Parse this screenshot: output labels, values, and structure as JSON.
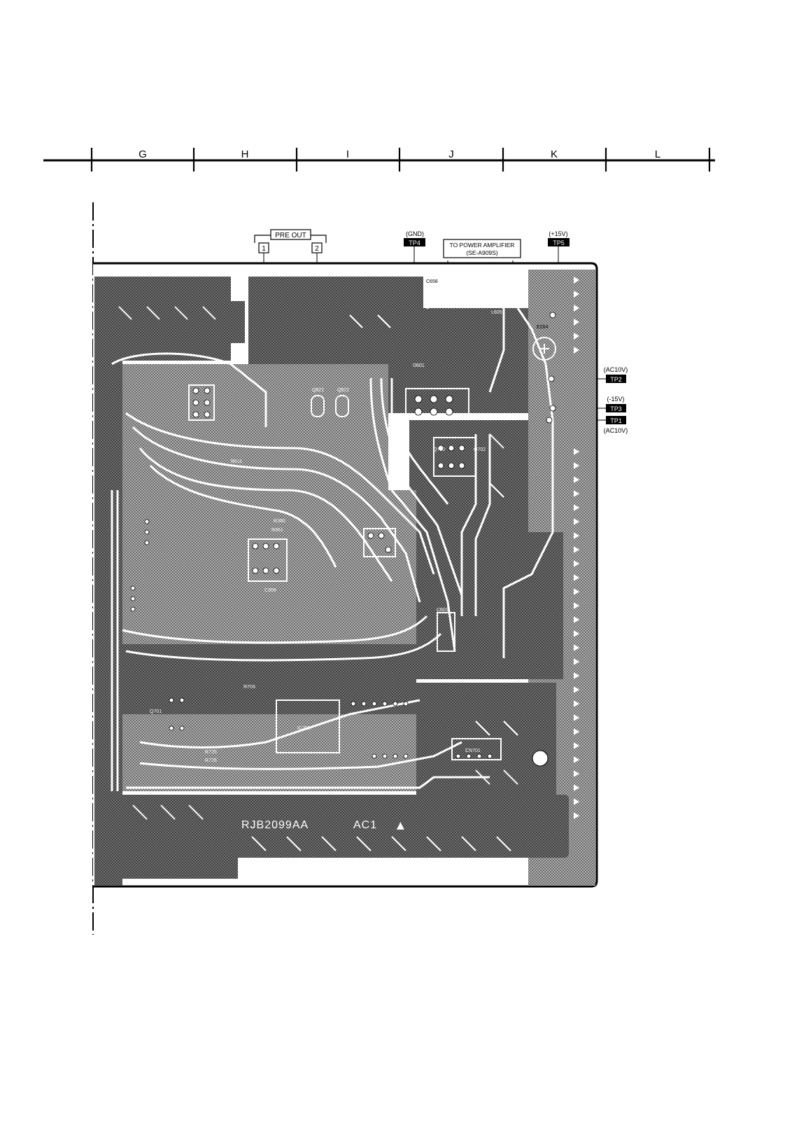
{
  "grid": {
    "columns": [
      "G",
      "H",
      "I",
      "J",
      "K",
      "L"
    ]
  },
  "connectors": {
    "pre_out": {
      "label": "PRE OUT",
      "pins": [
        "1",
        "2"
      ]
    },
    "gnd": {
      "voltage": "(GND)",
      "tag": "TP4"
    },
    "power_amp": {
      "line1": "TO POWER AMPLIFIER",
      "line2": "(SE-A909S)"
    },
    "plus15": {
      "voltage": "(+15V)",
      "tag": "TP5"
    },
    "tp2": {
      "voltage": "(AC10V)",
      "tag": "TP2"
    },
    "tp3": {
      "voltage": "(-15V)",
      "tag": "TP3"
    },
    "tp1": {
      "voltage": "(AC10V)",
      "tag": "TP1"
    }
  },
  "board": {
    "part_number": "RJB2099AA",
    "code": "AC1",
    "marker": "▲"
  },
  "silkscreen": [
    "C658",
    "L605",
    "E204",
    "D601",
    "Q521",
    "Q522",
    "D603",
    "Q710",
    "Q702",
    "R360",
    "R361",
    "C359",
    "C601",
    "R703",
    "Q701",
    "R725",
    "R726",
    "IC701",
    "CN701",
    "R611"
  ],
  "colors": {
    "ink": "#000000",
    "copper": "#4a4a4a",
    "paper": "#ffffff"
  }
}
